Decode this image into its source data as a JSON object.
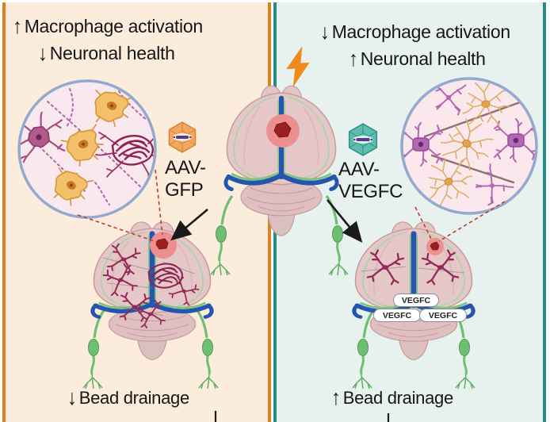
{
  "panels": {
    "left": {
      "accent_color": "#E08121",
      "background_color": "#FBECDC",
      "header_line1": {
        "arrow": "↑",
        "text": "Macrophage activation"
      },
      "header_line2": {
        "arrow": "↓",
        "text": "Neuronal health"
      },
      "treatment": {
        "line1": "AAV-",
        "line2": "GFP",
        "virus_color": "#F2A763"
      },
      "footer": {
        "arrow": "↓",
        "text": "Bead drainage"
      }
    },
    "right": {
      "accent_color": "#258C8C",
      "background_color": "#E7F2EE",
      "header_line1": {
        "arrow": "↓",
        "text": "Macrophage activation"
      },
      "header_line2": {
        "arrow": "↑",
        "text": "Neuronal health"
      },
      "treatment": {
        "line1": "AAV-",
        "line2": "VEGFC",
        "virus_color": "#5FBCAF"
      },
      "brain_labels": [
        "VEGFC",
        "VEGFC",
        "VEGFC"
      ],
      "footer": {
        "arrow": "↑",
        "text": "Bead drainage"
      }
    }
  },
  "icons": {
    "lightning_bolt": {
      "color": "#F08A1D"
    },
    "aav_gfp_virus": {
      "color": "#F2A763"
    },
    "aav_vegfc_virus": {
      "color": "#5FBCAF"
    }
  }
}
